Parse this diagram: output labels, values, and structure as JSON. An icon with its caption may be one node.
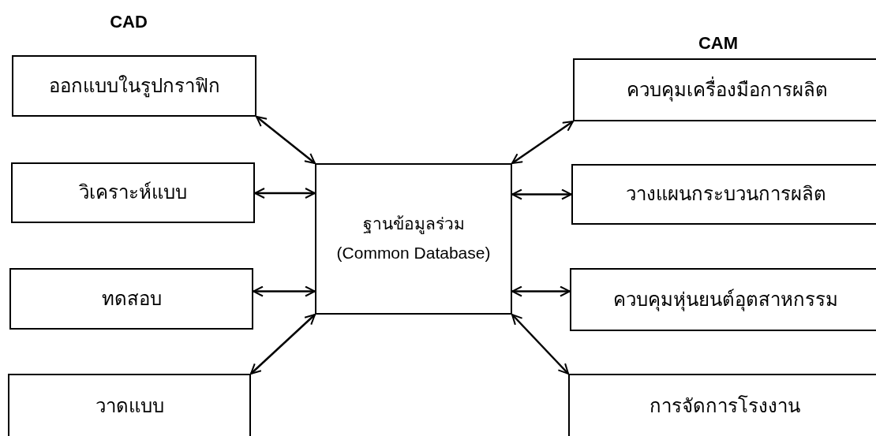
{
  "diagram": {
    "nodes": [
      {
        "text": [
          "ออกแบบในรูปกราฟิก"
        ]
      },
      {
        "text": [
          "วิเคราะห์แบบ"
        ]
      },
      {
        "text": [
          "ทดสอบ"
        ]
      },
      {
        "text": [
          "วาดแบบ"
        ]
      },
      {
        "text": [
          "ฐานข้อมูลร่วม (Common Database)"
        ]
      },
      {
        "text": [
          "ควบคุมเครื่องมือการผลิต"
        ]
      },
      {
        "text": [
          "วางแผนกระบวนการผลิต"
        ]
      },
      {
        "text": [
          "ควบคุมหุ่นยนต์อุตสาหกรรม"
        ]
      },
      {
        "text": [
          "การจัดการโรงงาน"
        ]
      }
    ],
    "edges": [
      {
        "from": 4,
        "to": 0,
        "arrow": "both"
      },
      {
        "from": 4,
        "to": 1,
        "arrow": "both"
      },
      {
        "from": 4,
        "to": 2,
        "arrow": "both"
      },
      {
        "from": 4,
        "to": 3,
        "arrow": "both"
      },
      {
        "from": 4,
        "to": 5,
        "arrow": "both"
      },
      {
        "from": 4,
        "to": 6,
        "arrow": "both"
      },
      {
        "from": 4,
        "to": 7,
        "arrow": "both"
      },
      {
        "from": 4,
        "to": 8,
        "arrow": "both"
      }
    ],
    "labels": [
      "CAD",
      "CAM"
    ]
  }
}
